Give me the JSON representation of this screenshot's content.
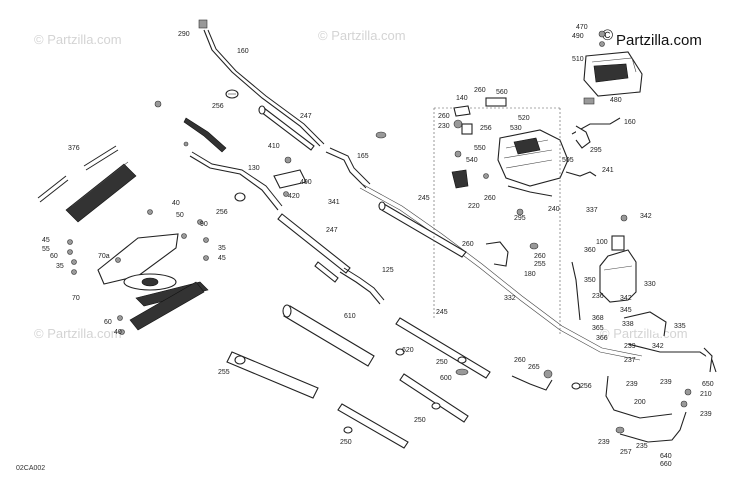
{
  "brand": {
    "symbol": "©",
    "name": "Partzilla.com"
  },
  "watermark_text": "© Partzilla.com",
  "diagram_code": "02CA002",
  "callouts": {
    "c290": "290",
    "c160a": "160",
    "c256a": "256",
    "c247a": "247",
    "c410": "410",
    "c130": "130",
    "c400": "400",
    "c420": "420",
    "c165": "165",
    "c341": "341",
    "c256b": "256",
    "c247b": "247",
    "c376": "376",
    "c40a": "40",
    "c50": "50",
    "c45a": "45",
    "c55a": "55",
    "c60a": "60",
    "c35a": "35",
    "c90": "90",
    "c35b": "35",
    "c45b": "45",
    "c70a": "70a",
    "c70": "70",
    "c60b": "60",
    "c40b": "40",
    "c245a": "245",
    "c125": "125",
    "c610": "610",
    "c620": "620",
    "c245b": "245",
    "c255a": "255",
    "c250a": "250",
    "c600": "600",
    "c250b": "250",
    "c250c": "250",
    "c260a": "260",
    "c180": "180",
    "c332": "332",
    "c260b": "260",
    "c255b": "255",
    "c260c": "260",
    "c265": "265",
    "c256c": "256",
    "c140": "140",
    "c260d": "260",
    "c560": "560",
    "c230": "230",
    "c520": "520",
    "c256d": "256",
    "c530": "530",
    "c260e": "260",
    "c550": "550",
    "c540": "540",
    "c505": "505",
    "c220": "220",
    "c260f": "260",
    "c295a": "295",
    "c240": "240",
    "c241": "241",
    "c295b": "295",
    "c160b": "160",
    "c470": "470",
    "c490": "490",
    "c510": "510",
    "c480": "480",
    "c337": "337",
    "c342a": "342",
    "c100": "100",
    "c360": "360",
    "c350": "350",
    "c330": "330",
    "c236": "236",
    "c342b": "342",
    "c345": "345",
    "c335": "335",
    "c368": "368",
    "c365": "365",
    "c338": "338",
    "c366": "366",
    "c239a": "239",
    "c342c": "342",
    "c237": "237",
    "c239b": "239",
    "c239c": "239",
    "c650": "650",
    "c210": "210",
    "c200": "200",
    "c239d": "239",
    "c239e": "239",
    "c257": "257",
    "c235": "235",
    "c640": "640",
    "c660": "660"
  }
}
